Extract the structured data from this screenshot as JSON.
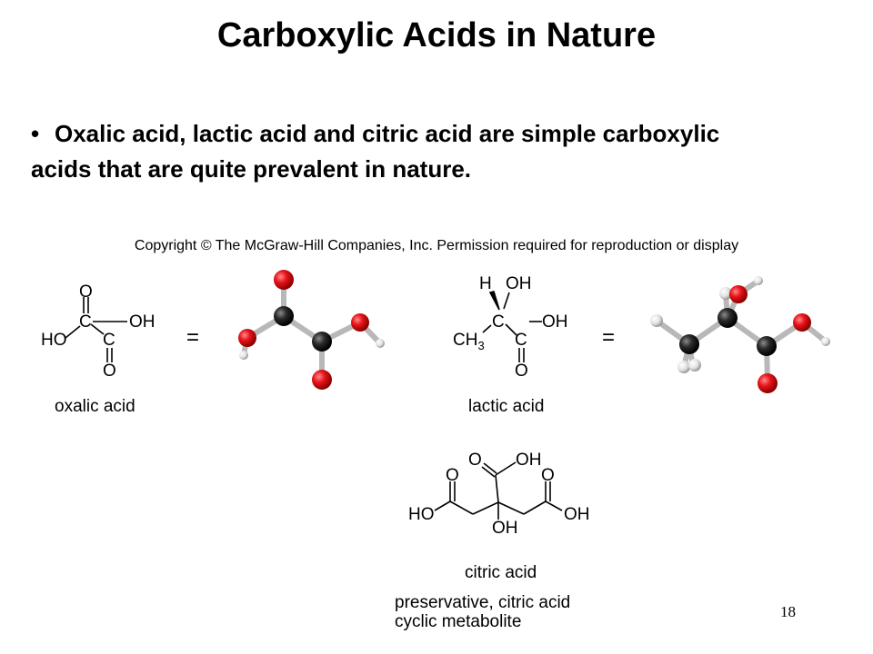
{
  "slide": {
    "title": "Carboxylic Acids in Nature",
    "bullet_marker": "•",
    "bullet": "Oxalic acid, lactic acid and citric acid are simple carboxylic acids that are quite prevalent in nature.",
    "copyright": "Copyright © The McGraw-Hill Companies, Inc. Permission required for reproduction or display",
    "page_number": "18"
  },
  "molecules": {
    "oxalic": {
      "name": "oxalic acid",
      "equals": "="
    },
    "lactic": {
      "name": "lactic acid",
      "equals": "="
    },
    "citric": {
      "name": "citric acid",
      "note_line1": "preservative, citric acid",
      "note_line2": "cyclic metabolite"
    }
  },
  "atoms": {
    "O": "O",
    "C": "C",
    "OH": "OH",
    "HO": "HO",
    "H": "H",
    "CH3": "CH",
    "sub3": "3"
  },
  "colors": {
    "oxygen": "#e8141a",
    "carbon": "#1d1d1d",
    "hydrogen": "#e6e6e6",
    "bond": "#b8b8b8"
  }
}
